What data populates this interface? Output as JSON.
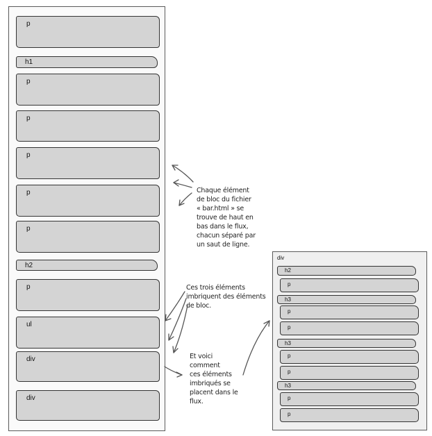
{
  "left_flow": {
    "blocks": [
      "p",
      "h1",
      "p",
      "p",
      "p",
      "p",
      "p",
      "h2",
      "p",
      "ul",
      "div",
      "div"
    ]
  },
  "right_flow": {
    "container_label": "div",
    "blocks": [
      "h2",
      "p",
      "h3",
      "p",
      "p",
      "h3",
      "p",
      "p",
      "h3",
      "p",
      "p"
    ]
  },
  "notes": {
    "note1": [
      "Chaque élément",
      "de bloc du fichier",
      "« bar.html » se",
      "trouve de haut en",
      "bas dans le flux,",
      "chacun séparé par",
      "un saut de ligne."
    ],
    "note2": [
      "Ces trois éléments",
      "imbriquent des éléments",
      "de bloc."
    ],
    "note3": [
      "Et voici",
      "comment",
      "ces éléments",
      "imbriqués se",
      "placent dans le",
      "flux."
    ]
  }
}
